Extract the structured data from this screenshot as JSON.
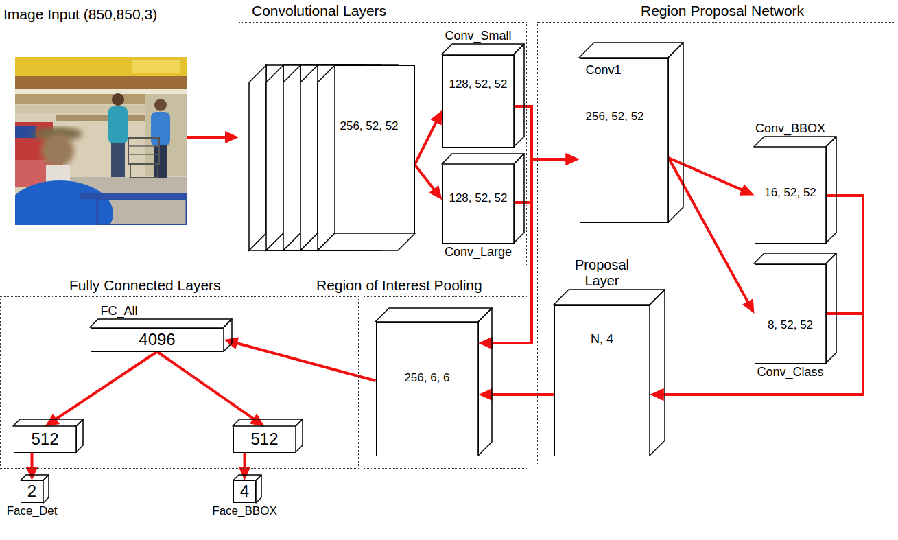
{
  "diagram": {
    "nodes": [
      {
        "text": [
          "Image Input (850,850,3)"
        ]
      },
      {
        "text": [
          "Convolutional Layers"
        ]
      },
      {
        "text": [
          "256, 52, 52"
        ],
        "in": 1
      },
      {
        "text": [
          "Conv_Small",
          "128, 52, 52"
        ],
        "in": 1
      },
      {
        "text": [
          "128, 52, 52",
          "Conv_Large"
        ],
        "in": 1
      },
      {
        "text": [
          "Region Proposal Network"
        ]
      },
      {
        "text": [
          "Conv1",
          "256, 52, 52"
        ],
        "in": 5
      },
      {
        "text": [
          "Conv_BBOX",
          "16, 52, 52"
        ],
        "in": 5
      },
      {
        "text": [
          "8, 52, 52",
          "Conv_Class"
        ],
        "in": 5
      },
      {
        "text": [
          "Proposal Layer",
          "N, 4"
        ],
        "in": 5
      },
      {
        "text": [
          "Fully Connected Layers"
        ]
      },
      {
        "text": [
          "FC_All",
          "4096"
        ],
        "in": 10
      },
      {
        "text": [
          "512"
        ],
        "in": 10
      },
      {
        "text": [
          "512"
        ],
        "in": 10
      },
      {
        "text": [
          "2",
          "Face_Det"
        ]
      },
      {
        "text": [
          "4",
          "Face_BBOX"
        ]
      },
      {
        "text": [
          "Region of Interest Pooling"
        ]
      },
      {
        "text": [
          "256, 6, 6"
        ],
        "in": 16
      }
    ],
    "edges": [
      {
        "from": 0,
        "to": 1,
        "arrow": "to"
      },
      {
        "from": 2,
        "to": 3,
        "arrow": "to"
      },
      {
        "from": 2,
        "to": 4,
        "arrow": "to"
      },
      {
        "from": 3,
        "to": 6,
        "arrow": "to"
      },
      {
        "from": 4,
        "to": 6,
        "arrow": "to"
      },
      {
        "from": 3,
        "to": 17,
        "arrow": "to"
      },
      {
        "from": 4,
        "to": 17,
        "arrow": "to"
      },
      {
        "from": 6,
        "to": 7,
        "arrow": "to"
      },
      {
        "from": 6,
        "to": 8,
        "arrow": "to"
      },
      {
        "from": 7,
        "to": 9,
        "arrow": "to"
      },
      {
        "from": 8,
        "to": 9,
        "arrow": "to"
      },
      {
        "from": 9,
        "to": 17,
        "arrow": "to"
      },
      {
        "from": 17,
        "to": 11,
        "arrow": "to"
      },
      {
        "from": 11,
        "to": 12,
        "arrow": "to"
      },
      {
        "from": 11,
        "to": 13,
        "arrow": "to"
      },
      {
        "from": 12,
        "to": 14,
        "arrow": "to"
      },
      {
        "from": 13,
        "to": 15,
        "arrow": "to"
      }
    ]
  }
}
